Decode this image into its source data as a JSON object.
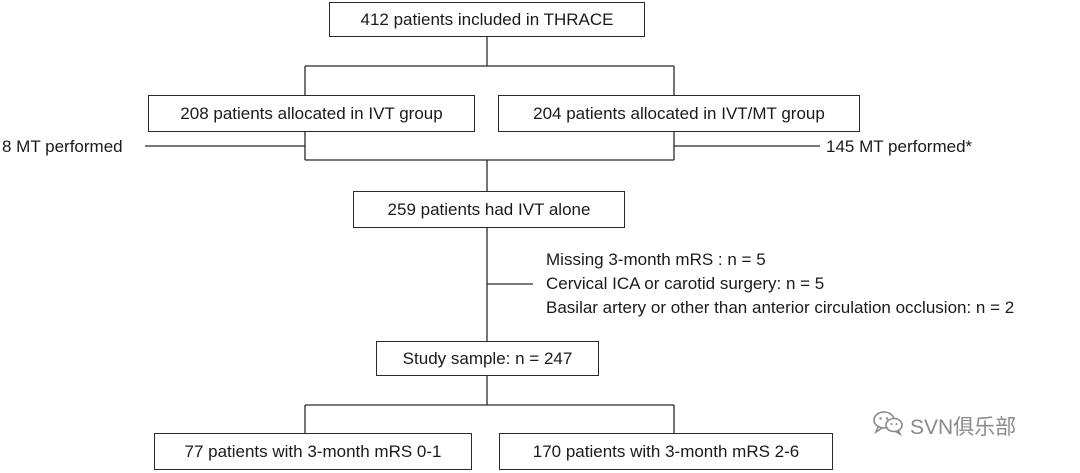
{
  "flow": {
    "included": "412 patients included in THRACE",
    "ivt_group": "208 patients allocated in IVT group",
    "ivt_mt_group": "204 patients allocated in IVT/MT group",
    "mt_left": "8 MT performed",
    "mt_right": "145 MT performed*",
    "ivt_alone": "259 patients had IVT alone",
    "exclusions": [
      "Missing 3-month mRS : n = 5",
      "Cervical ICA or carotid surgery: n = 5",
      "Basilar artery or other than anterior circulation occlusion: n = 2"
    ],
    "study_sample": "Study sample: n = 247",
    "outcome_good": "77 patients with 3-month mRS 0-1",
    "outcome_poor": "170 patients with 3-month mRS 2-6"
  },
  "watermark": {
    "text": "SVN俱乐部",
    "icon": "wechat-icon"
  },
  "colors": {
    "line": "#2a2a2a",
    "watermark": "#8a8a8a"
  }
}
